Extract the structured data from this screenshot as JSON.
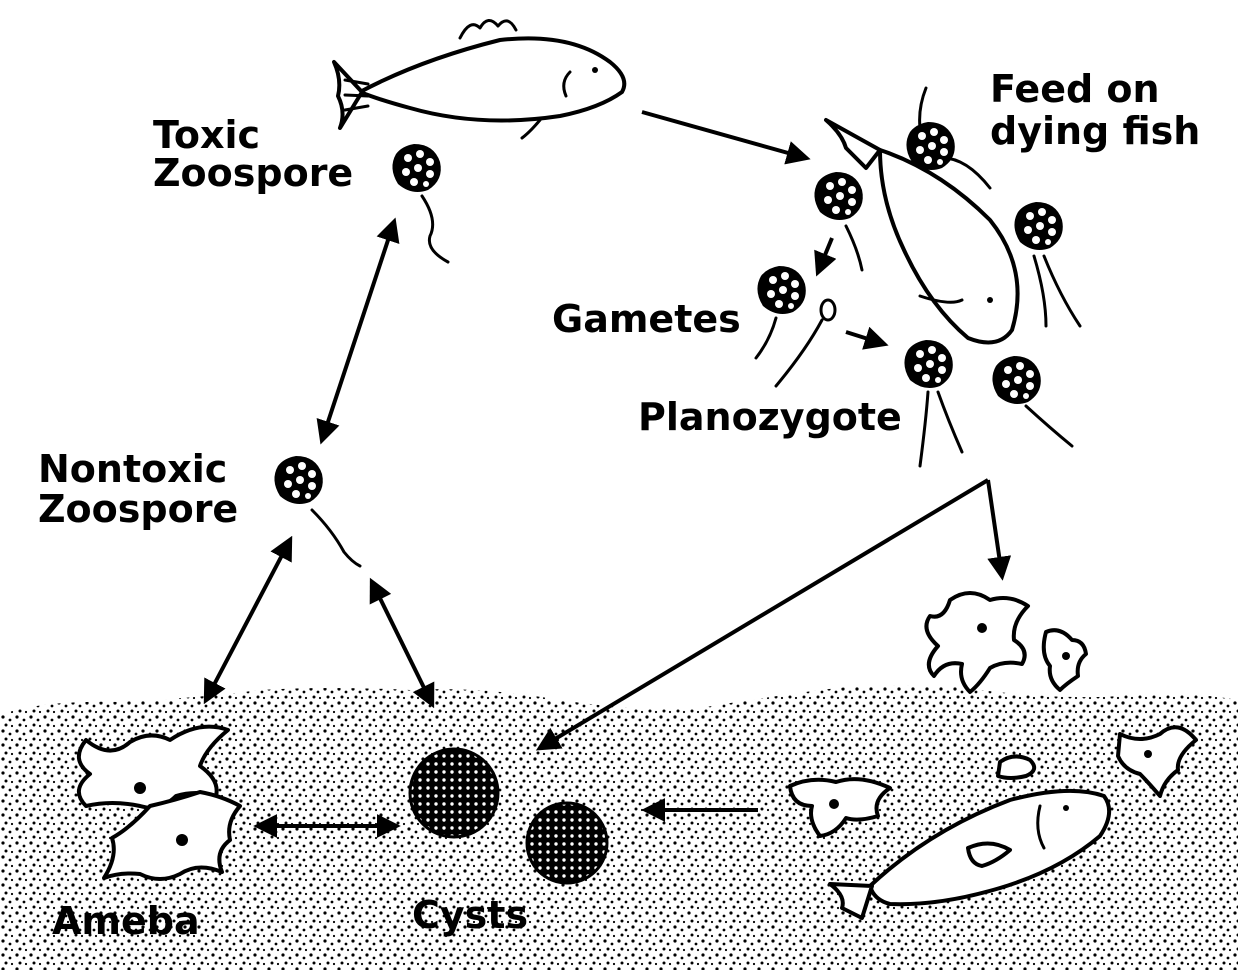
{
  "labels": {
    "toxic_zoospore": [
      "Toxic",
      "Zoospore"
    ],
    "feed_on_dying_fish": [
      "Feed on",
      "dying fish"
    ],
    "gametes": "Gametes",
    "planozygote": "Planozygote",
    "nontoxic_zoospore": [
      "Nontoxic",
      "Zoospore"
    ],
    "ameba": "Ameba",
    "cysts": "Cysts"
  },
  "colors": {
    "ink": "#000000",
    "paper": "#ffffff"
  }
}
